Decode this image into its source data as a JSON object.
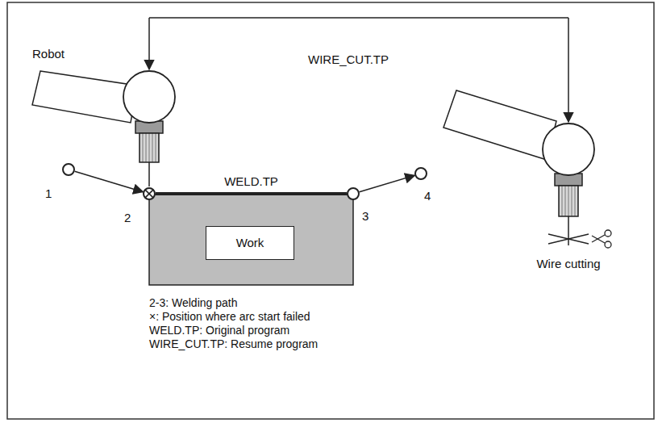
{
  "diagram": {
    "nodes": [
      {
        "text": [
          "1"
        ]
      },
      {
        "text": [
          "2"
        ]
      },
      {
        "text": [
          "3"
        ]
      },
      {
        "text": [
          "4"
        ]
      },
      {
        "text": [
          "Work"
        ]
      }
    ],
    "edges": [
      {
        "from": 0,
        "to": 1,
        "arrow": "to"
      },
      {
        "from": 1,
        "to": 2,
        "label": "WELD.TP",
        "arrow": "none"
      },
      {
        "from": 2,
        "to": 3,
        "arrow": "to"
      }
    ],
    "labels": [
      "Robot",
      "WIRE_CUT.TP",
      "Wire cutting",
      "2-3: Welding path",
      "×: Position where arc start failed",
      "WELD.TP: Original program",
      "WIRE_CUT.TP: Resume program"
    ]
  }
}
